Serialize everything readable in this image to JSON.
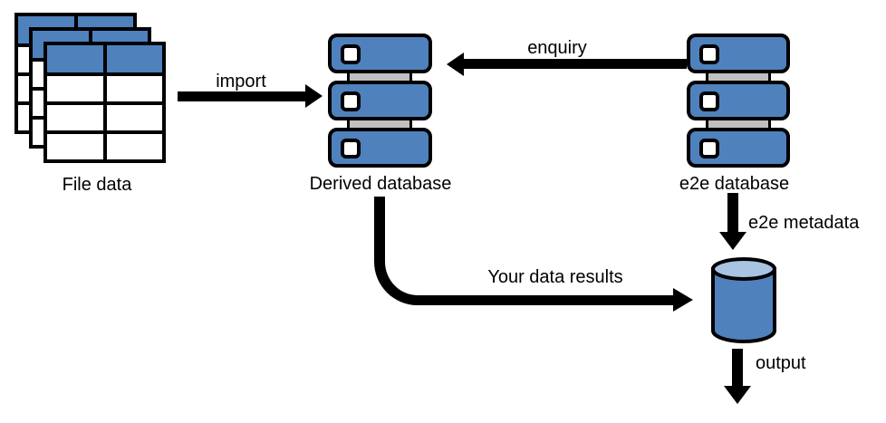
{
  "diagram": {
    "nodes": [
      {
        "id": "file-data",
        "type": "table-stack",
        "label": "File data"
      },
      {
        "id": "derived-database",
        "type": "server-stack",
        "label": "Derived database"
      },
      {
        "id": "e2e-database",
        "type": "server-stack",
        "label": "e2e database"
      },
      {
        "id": "results-store",
        "type": "database-cylinder",
        "label": ""
      }
    ],
    "edges": [
      {
        "from": "file-data",
        "to": "derived-database",
        "label": "import",
        "direction": "right"
      },
      {
        "from": "e2e-database",
        "to": "derived-database",
        "label": "enquiry",
        "direction": "left"
      },
      {
        "from": "derived-database",
        "to": "results-store",
        "label": "Your data results",
        "direction": "down-then-right"
      },
      {
        "from": "e2e-database",
        "to": "results-store",
        "label": "e2e metadata",
        "direction": "down"
      },
      {
        "from": "results-store",
        "to": "",
        "label": "output",
        "direction": "down"
      }
    ],
    "colors": {
      "node_fill": "#4F81BD",
      "cylinder_top_fill": "#A9C4E3",
      "connector_fill": "#BFBFBF",
      "line": "#000000",
      "background": "#FFFFFF"
    }
  }
}
